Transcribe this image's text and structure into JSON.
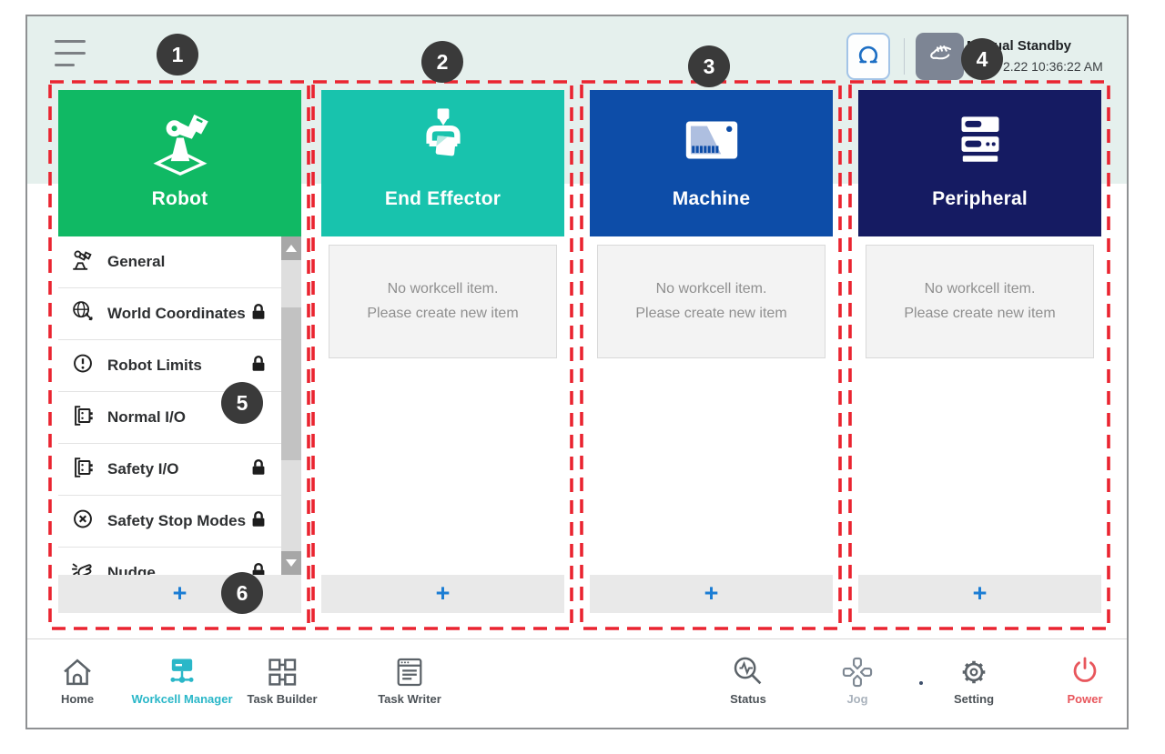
{
  "topbar": {
    "menu_icon": "hamburger-menu-icon",
    "robot_mode_button_icon": "gripper-icon",
    "hand_mode_button_icon": "manual-hand-icon",
    "status_title": "Manual Standby",
    "status_time": "2.22 10:36:22 AM"
  },
  "badges": [
    "1",
    "2",
    "3",
    "4",
    "5",
    "6"
  ],
  "columns": [
    {
      "title": "Robot",
      "icon": "robot-arm-icon",
      "color": "#10b964"
    },
    {
      "title": "End Effector",
      "icon": "end-effector-icon",
      "color": "#18c3ad",
      "empty": {
        "line1": "No workcell item.",
        "line2": "Please create new item"
      }
    },
    {
      "title": "Machine",
      "icon": "machine-icon",
      "color": "#0d4da8",
      "empty": {
        "line1": "No workcell item.",
        "line2": "Please create new item"
      }
    },
    {
      "title": "Peripheral",
      "icon": "peripheral-icon",
      "color": "#151b62",
      "empty": {
        "line1": "No workcell item.",
        "line2": "Please create new item"
      }
    }
  ],
  "robot_menu": [
    {
      "label": "General",
      "icon": "robot-general-icon",
      "locked": false
    },
    {
      "label": "World Coordinates",
      "icon": "world-coordinates-icon",
      "locked": true
    },
    {
      "label": "Robot Limits",
      "icon": "robot-limits-icon",
      "locked": true
    },
    {
      "label": "Normal I/O",
      "icon": "io-icon",
      "locked": false
    },
    {
      "label": "Safety I/O",
      "icon": "io-icon",
      "locked": true
    },
    {
      "label": "Safety Stop Modes",
      "icon": "safety-stop-icon",
      "locked": true
    },
    {
      "label": "Nudge",
      "icon": "nudge-hand-icon",
      "locked": true
    }
  ],
  "add_button_label": "+",
  "nav": [
    {
      "label": "Home",
      "icon": "home-icon",
      "active": false
    },
    {
      "label": "Workcell Manager",
      "icon": "workcell-manager-icon",
      "active": true
    },
    {
      "label": "Task Builder",
      "icon": "task-builder-icon",
      "active": false
    },
    {
      "label": "Task Writer",
      "icon": "task-writer-icon",
      "active": false
    },
    {
      "label": "Status",
      "icon": "status-icon",
      "active": false
    },
    {
      "label": "Jog",
      "icon": "jog-icon",
      "active": false,
      "disabled": true
    },
    {
      "label": "Setting",
      "icon": "setting-icon",
      "active": false
    },
    {
      "label": "Power",
      "icon": "power-icon",
      "active": false
    }
  ],
  "colors": {
    "robot_header": "#10b964",
    "end_effector_header": "#18c3ad",
    "machine_header": "#0d4da8",
    "peripheral_header": "#151b62",
    "annotation_red": "#ea2430",
    "active_nav_cyan": "#2ab7c8",
    "power_red": "#e8565c",
    "add_button_blue": "#1b7dd4",
    "badge_background": "#3a3a3a",
    "top_band_mint": "#e5f0ed"
  }
}
